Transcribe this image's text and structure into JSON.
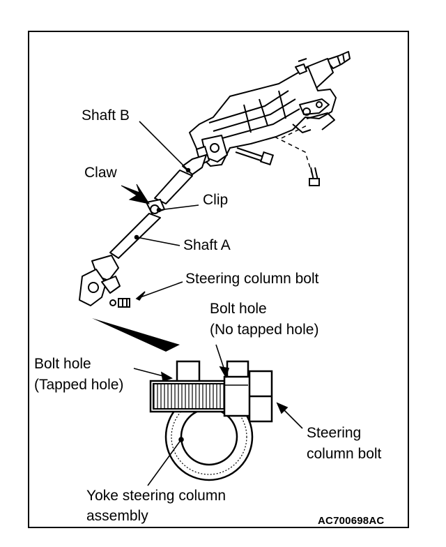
{
  "labels": {
    "shaft_b": "Shaft B",
    "claw": "Claw",
    "clip": "Clip",
    "shaft_a": "Shaft A",
    "steering_column_bolt_top": "Steering column bolt",
    "bolt_hole_no_tapped_1": "Bolt hole",
    "bolt_hole_no_tapped_2": "(No tapped hole)",
    "bolt_hole_tapped_1": "Bolt hole",
    "bolt_hole_tapped_2": "(Tapped hole)",
    "steering_column_bolt_1": "Steering",
    "steering_column_bolt_2": "column bolt",
    "yoke_1": "Yoke steering column",
    "yoke_2": "assembly"
  },
  "figure_code": "AC700698AC"
}
